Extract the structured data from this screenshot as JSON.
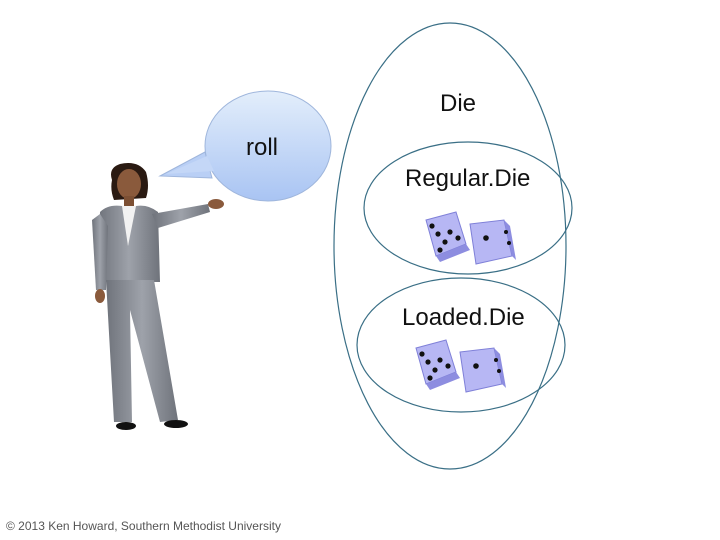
{
  "diagram": {
    "outer_class": "Die",
    "subclasses": [
      "Regular.Die",
      "Loaded.Die"
    ],
    "message": "roll",
    "copyright": "© 2013 Ken Howard, Southern Methodist University"
  },
  "colors": {
    "ellipse_stroke": "#3a6f86",
    "bubble_top": "#e3eefb",
    "bubble_bottom": "#a9c4f3",
    "bubble_stroke": "#9fb6dc",
    "die_face": "#b7b7f4",
    "die_shade": "#8d8de0",
    "pip": "#111111",
    "suit": "#8b8f97"
  },
  "icons": [
    "person-presenter-icon",
    "dice-pair-icon"
  ]
}
